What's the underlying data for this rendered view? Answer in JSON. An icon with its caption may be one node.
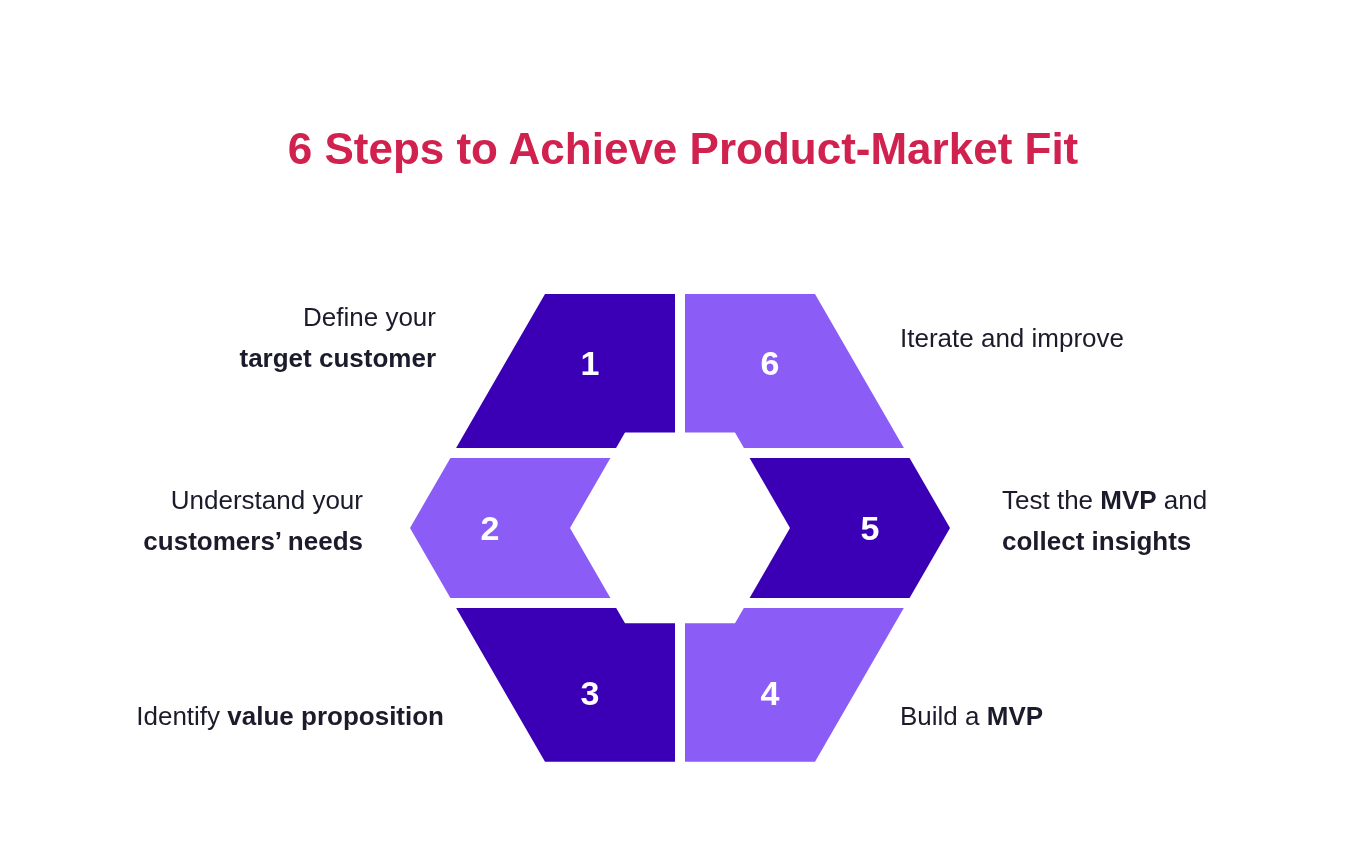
{
  "diagram": {
    "title": "6 Steps to Achieve Product-Market Fit",
    "nodes": [
      {
        "text": [
          "1"
        ],
        "beside": [
          "Define your **target customer**"
        ]
      },
      {
        "text": [
          "2"
        ],
        "beside": [
          "Understand your **customers’ needs**"
        ]
      },
      {
        "text": [
          "3"
        ],
        "beside": [
          "Identify **value proposition**"
        ]
      },
      {
        "text": [
          "4"
        ],
        "beside": [
          "Build a **MVP**"
        ]
      },
      {
        "text": [
          "5"
        ],
        "beside": [
          "Test the **MVP** and **collect insights**"
        ]
      },
      {
        "text": [
          "6"
        ],
        "beside": [
          "Iterate and improve"
        ]
      }
    ],
    "edges": []
  }
}
